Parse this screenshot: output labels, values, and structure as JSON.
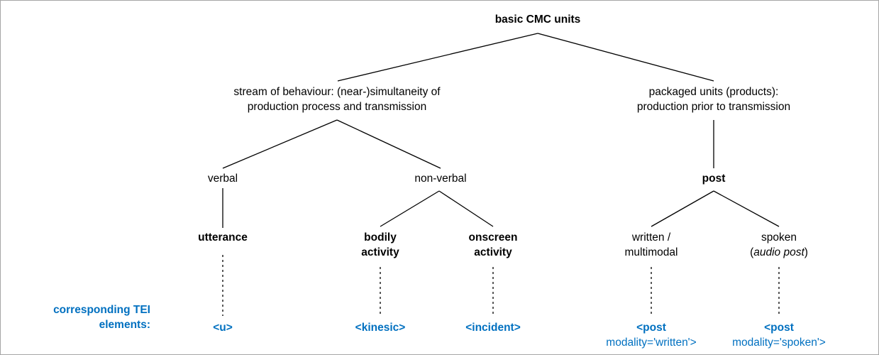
{
  "diagram": {
    "title": "basic CMC units",
    "accent_color": "#0070c0",
    "line_color": "#000000",
    "border_color": "#a6a6a6",
    "background": "#ffffff",
    "nodes": {
      "root": "basic CMC units",
      "stream_line1": "stream of behaviour: (near-)simultaneity of",
      "stream_line2": "production process and transmission",
      "packaged_line1": "packaged units (products):",
      "packaged_line2": "production prior to transmission",
      "verbal": "verbal",
      "non_verbal": "non-verbal",
      "post": "post",
      "utterance": "utterance",
      "bodily_line1": "bodily",
      "bodily_line2": "activity",
      "onscreen_line1": "onscreen",
      "onscreen_line2": "activity",
      "written_line1": "written /",
      "written_line2": "multimodal",
      "spoken_line1": "spoken",
      "spoken_line2_open": "(",
      "spoken_line2_italic": "audio post",
      "spoken_line2_close": ")"
    },
    "tei": {
      "caption_line1": "corresponding TEI",
      "caption_line2": "elements:",
      "u": "<u>",
      "kinesic": "<kinesic>",
      "incident": "<incident>",
      "post_written_line1": "<post",
      "post_written_line2": "modality='written'>",
      "post_spoken_line1": "<post",
      "post_spoken_line2": "modality='spoken'>"
    }
  }
}
